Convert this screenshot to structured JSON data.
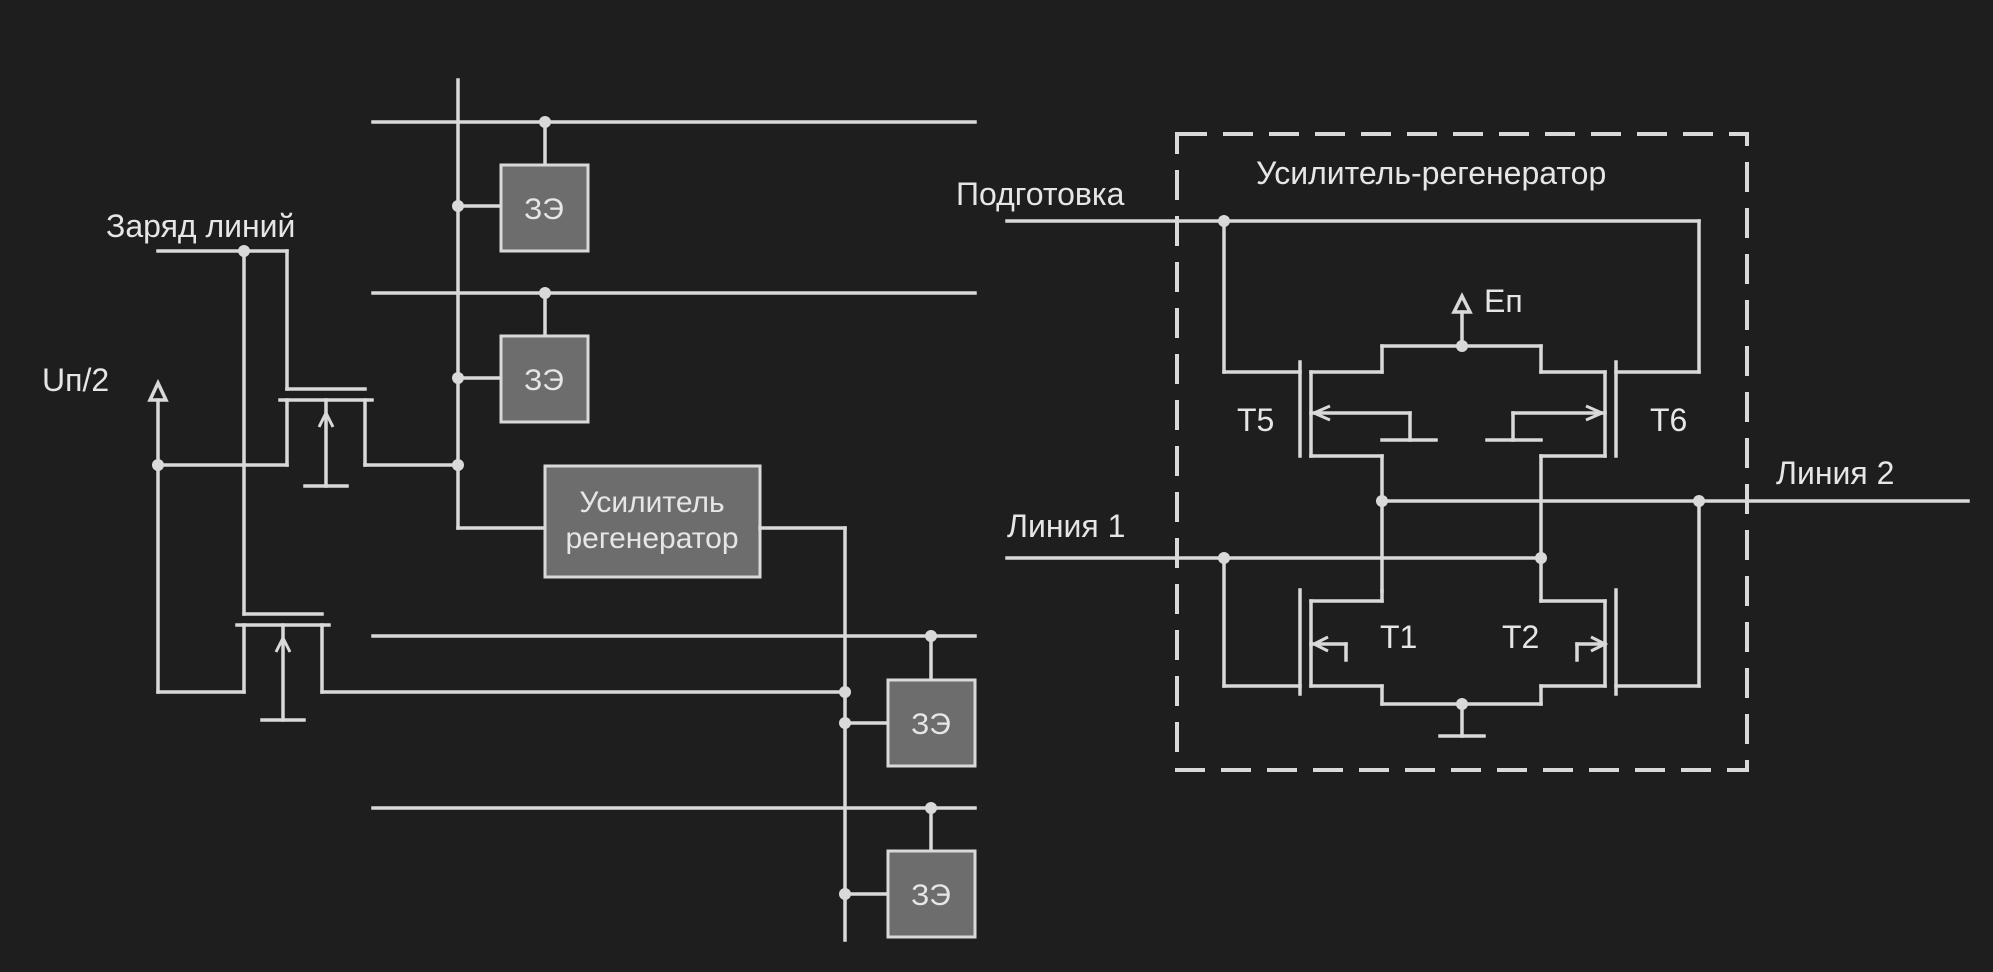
{
  "left": {
    "label_charge": "Заряд линий",
    "label_supply": "Uп/2",
    "cell_label": "ЗЭ",
    "amp_line1": "Усилитель",
    "amp_line2": "регенератор"
  },
  "right": {
    "title": "Усилитель-регенератор",
    "label_prep": "Подготовка",
    "label_line1": "Линия 1",
    "label_line2": "Линия 2",
    "label_ep": "Еп",
    "t5": "Т5",
    "t6": "Т6",
    "t1": "Т1",
    "t2": "Т2"
  }
}
